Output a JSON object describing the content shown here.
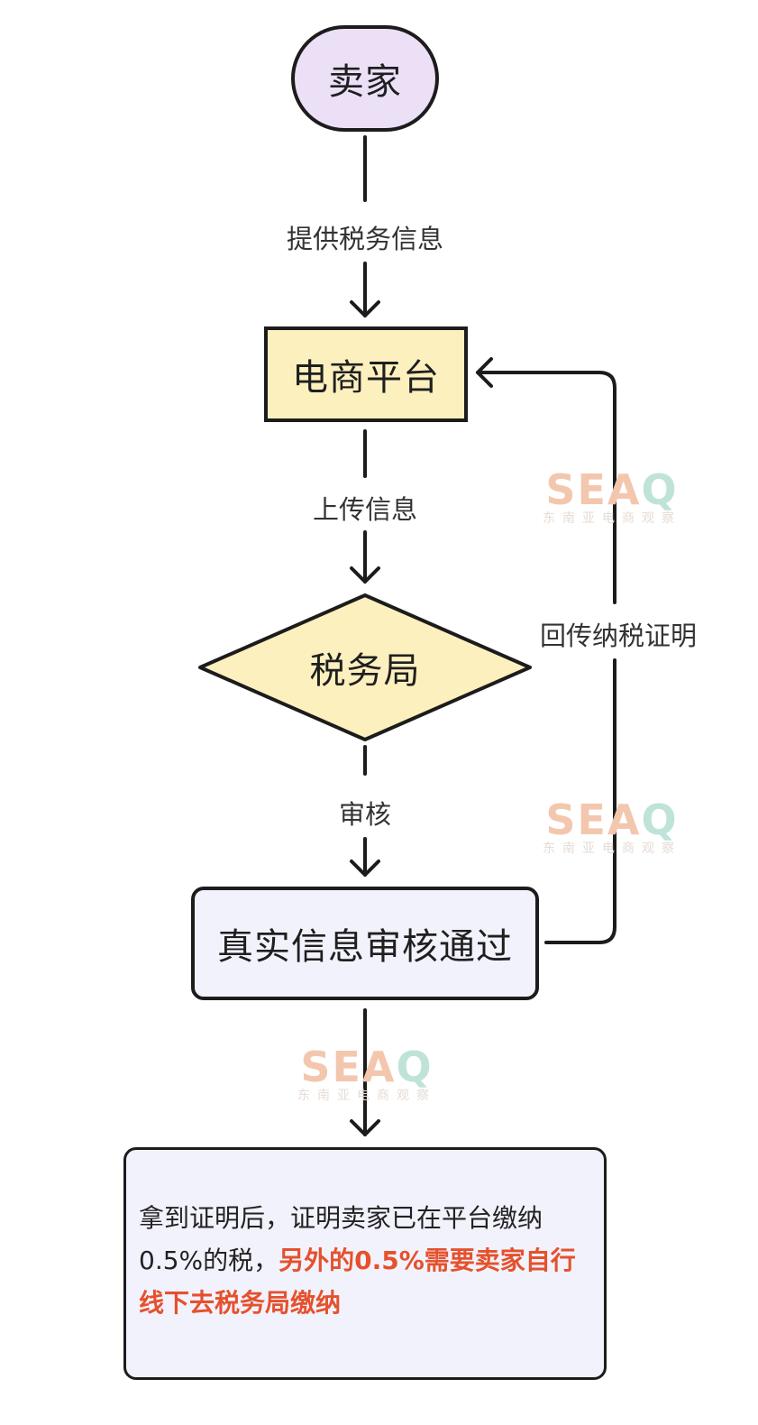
{
  "nodes": {
    "seller": "卖家",
    "platform": "电商平台",
    "tax_bureau": "税务局",
    "verified": "真实信息审核通过"
  },
  "edges": {
    "provide_tax_info": "提供税务信息",
    "upload_info": "上传信息",
    "review": "审核",
    "return_certificate": "回传纳税证明"
  },
  "note": {
    "normal": "拿到证明后，证明卖家已在平台缴纳0.5%的税，",
    "highlight": "另外的0.5%需要卖家自行线下去税务局缴纳"
  },
  "watermark": {
    "logo_part1": "SEA",
    "logo_part2": "Q",
    "subtitle": "东南亚电商观察"
  },
  "colors": {
    "seller_fill": "#ece0f7",
    "platform_fill": "#fdf0bf",
    "tax_bureau_fill": "#fdf0bf",
    "verified_fill": "#f2f2fc",
    "highlight_text": "#e5512d"
  }
}
